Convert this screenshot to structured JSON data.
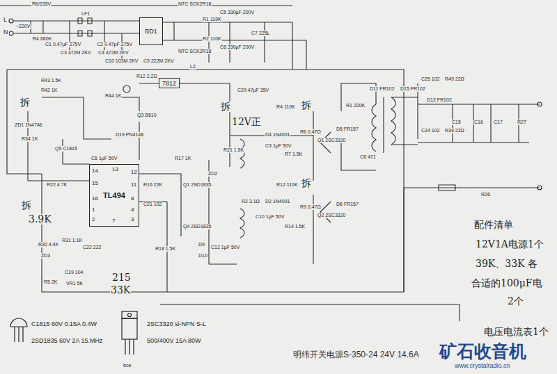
{
  "diagram": {
    "caption": "明纬开关电源S-350-24  24V  14.6A",
    "nodes": [
      {
        "text": [
          "BD1"
        ]
      },
      {
        "text": [
          "7812"
        ]
      },
      {
        "text": [
          "TL494"
        ]
      }
    ],
    "labels": [
      "R6/235V",
      "L",
      "N",
      "~220V",
      "R4 680K",
      "C1 0.47μF 275V",
      "LF1",
      "C2 0.47μF 275V",
      "C3 472M 2KV",
      "C4 472M 2KV",
      "C10 103M 2KV",
      "C9 222M 2KV",
      "NTC SCK2R18",
      "NTC SCK2R18",
      "R1 110K",
      "R2 110K",
      "C5 330μF 200V",
      "C6 330μF 200V",
      "C7 225L",
      "R12 2.2Ω",
      "L2",
      "C29 47μF 35V",
      "拆",
      "ZD1 1N4746",
      "R34 1K",
      "Q5 C1815",
      "R43 1.5K",
      "R42 1K",
      "R44 1K",
      "Q3 B510",
      "D19 PN4148",
      "C6 1μF 50V",
      "R17 1K",
      "R16 22K",
      "C21 102",
      "R21 1.5K",
      "Q1 2SD1835",
      "Q4 2SD1835",
      "ZD2",
      "D9",
      "D10",
      "C12 1μF 50V",
      "R18 1.5K",
      "拆",
      "12V正",
      "拆",
      "R4 110K",
      "D4 1N4001",
      "C3 1μF 50V",
      "R6 0.47Ω",
      "R7 1.5K",
      "Q1 2SC3320",
      "D5 FR157",
      "拆",
      "R12 110K",
      "R2 3.1Ω",
      "D2 1N4001",
      "R9 0.47Ω",
      "C10 1μF 50V",
      "R14 1.5K",
      "Q2 2SC3320",
      "D6 FR157",
      "R1 220K",
      "C8 471",
      "D11 FR102",
      "D15 FR102",
      "C25 102",
      "R49 22Ω",
      "C24 102",
      "R39 22Ω",
      "D12 FR102",
      "C15",
      "C16",
      "C17",
      "R27",
      "R26",
      "R22 4.7K",
      "R30 4.4K",
      "R31 1.1K",
      "ZD3",
      "C22 222",
      "C19 104",
      "R5 2K",
      "VR1 5K",
      "拆",
      "3.9K",
      "215",
      "33K",
      "14",
      "15",
      "16",
      "1",
      "2",
      "3",
      "4",
      "7",
      "8",
      "11",
      "12",
      "13",
      "C1815 60V 0.15A 0.4W",
      "2SD1835 60V 2A 15.MHz",
      "2SC3320 si-NPN S-L",
      "500/400V 15A 80W",
      "bce",
      "配件清单",
      "12V1A电源1个",
      "39K、33K 各",
      "合适的100μF电",
      "2个",
      "电压电流表1个",
      "矿石收音机",
      "www.crystalradio.cn"
    ]
  }
}
